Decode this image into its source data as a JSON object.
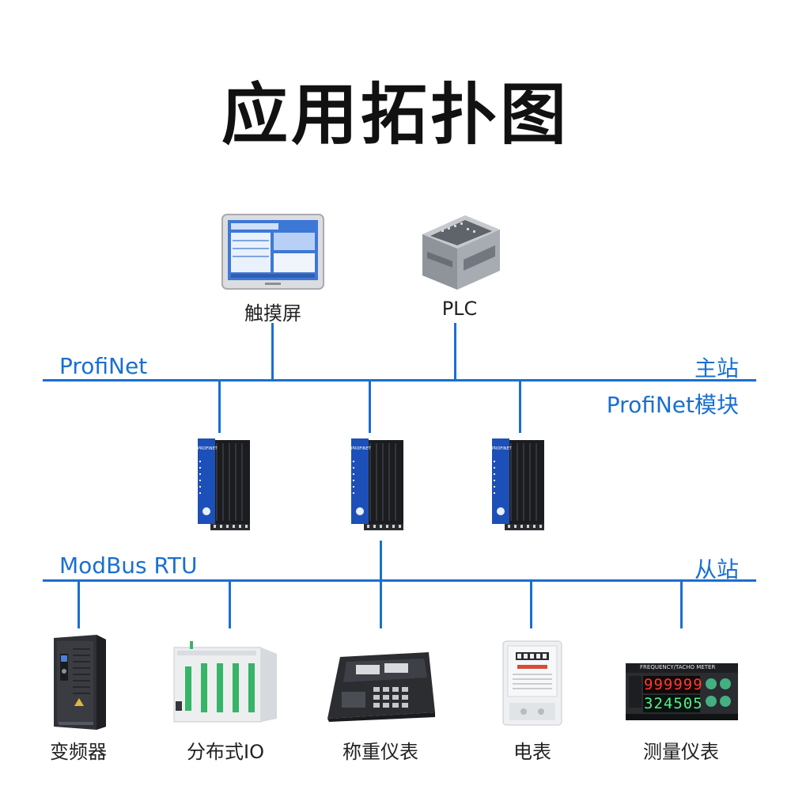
{
  "title": "应用拓扑图",
  "bus_color": "#1a6fd1",
  "top": {
    "network_label": "ProfiNet",
    "master_label": "主站",
    "module_label": "ProfiNet模块",
    "devices": [
      {
        "name": "触摸屏",
        "icon": "touchscreen-hmi-icon"
      },
      {
        "name": "PLC",
        "icon": "plc-icon"
      }
    ]
  },
  "modules": {
    "brand_text": "PROFINET",
    "icon": "profinet-gateway-module-icon",
    "count": 3
  },
  "bottom": {
    "network_label": "ModBus RTU",
    "slave_label": "从站",
    "devices": [
      {
        "name": "变频器",
        "icon": "inverter-icon"
      },
      {
        "name": "分布式IO",
        "icon": "distributed-io-icon"
      },
      {
        "name": "称重仪表",
        "icon": "weighing-indicator-icon"
      },
      {
        "name": "电表",
        "icon": "electric-meter-icon"
      },
      {
        "name": "测量仪表",
        "icon": "measuring-meter-icon"
      }
    ]
  },
  "meter_display": {
    "header": "FREQUENCY/TACHO METER",
    "line1": "999999",
    "line2": "324505"
  }
}
